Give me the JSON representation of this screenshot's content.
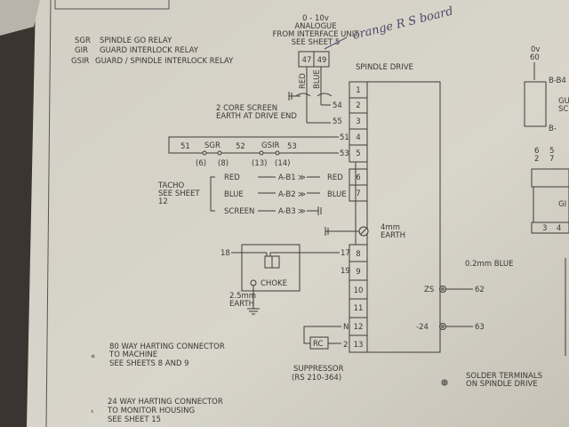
{
  "legend": [
    {
      "abbr": "SGR",
      "text": "SPINDLE GO RELAY"
    },
    {
      "abbr": "GIR",
      "text": "GUARD INTERLOCK RELAY"
    },
    {
      "abbr": "GSIR",
      "text": "GUARD / SPINDLE INTERLOCK RELAY"
    }
  ],
  "analogue": {
    "line1": "0 - 10v",
    "line2": "ANALOGUE",
    "line3": "FROM INTERFACE UNIT",
    "line4": "SEE SHEET 5",
    "t47": "47",
    "t49": "49",
    "red": "RED",
    "blue": "BLUE"
  },
  "handwritten": "orange R S board",
  "drive_title": "SPINDLE DRIVE",
  "terminals": [
    "1",
    "2",
    "3",
    "4",
    "5",
    "6",
    "7",
    "8",
    "9",
    "10",
    "11",
    "12",
    "13"
  ],
  "screen": {
    "line1": "2 CORE SCREEN",
    "line2": "EARTH AT DRIVE END",
    "w54": "54",
    "w55": "55"
  },
  "relay_chain": {
    "w51a": "51",
    "w51": "51",
    "sgr": "SGR",
    "w52": "52",
    "gsir": "GSIR",
    "w53a": "53",
    "w53": "53",
    "p6": "(6)",
    "p8": "(8)",
    "p13": "(13)",
    "p14": "(14)"
  },
  "tacho": {
    "line1": "TACHO",
    "line2": "SEE SHEET",
    "line3": "12",
    "red": "RED",
    "blue": "BLUE",
    "screen": "SCREEN",
    "b1": "A-B1",
    "b2": "A-B2",
    "b3": "A-B3",
    "red_out": "RED",
    "blue_out": "BLUE"
  },
  "earth4": {
    "line1": "4mm",
    "line2": "EARTH"
  },
  "choke": {
    "label": "CHOKE",
    "w18": "18",
    "w17": "17",
    "w19": "19",
    "earth1": "2.5mm",
    "earth2": "EARTH"
  },
  "suppressor": {
    "n": "N",
    "w2": "2",
    "rc": "RC",
    "line1": "SUPPRESSOR",
    "line2": "(RS 210-364)"
  },
  "solder": {
    "wire": "0.2mm BLUE",
    "zs": "ZS",
    "w62": "62",
    "m24": "-24",
    "w63": "63",
    "note1": "SOLDER TERMINALS",
    "note2": "ON SPINDLE DRIVE"
  },
  "connectors": [
    {
      "symbol": "«",
      "l1": "80 WAY HARTING CONNECTOR",
      "l2": "TO MACHINE",
      "l3": "SEE SHEETS 8 AND 9"
    },
    {
      "symbol": "‹",
      "l1": "24 WAY HARTING CONNECTOR",
      "l2": "TO MONITOR HOUSING",
      "l3": "SEE SHEET 15"
    }
  ],
  "right_edge": {
    "ov": "0v",
    "w60": "60",
    "bb4": "B-B4",
    "gu": "GU",
    "sc": "SC",
    "bb": "B-",
    "n6": "6",
    "n5": "5",
    "n2": "2",
    "n7": "7",
    "gi": "GI",
    "n3": "3",
    "n4": "4"
  }
}
